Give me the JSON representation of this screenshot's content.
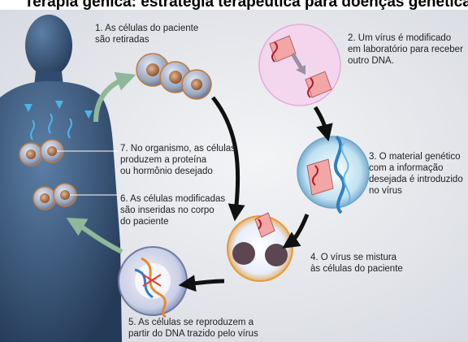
{
  "title": "Terapia gênica: estratégia terapêutica para doenças genéticas",
  "steps": [
    {
      "text": "1. As células do paciente\nsão retiradas"
    },
    {
      "text": "2. Um vírus é modificado\nem laboratório para receber\noutro DNA."
    },
    {
      "text": "3. O material genético\ncom a informação\ndesejada é introduzido\nno vírus"
    },
    {
      "text": "4. O vírus  se mistura\nàs células do paciente"
    },
    {
      "text": "5.  As células se reproduzem a\npartir do DNA trazido pelo vírus"
    },
    {
      "text": "6. As células modificadas\nsão inseridas no corpo\ndo paciente"
    },
    {
      "text": "7.  No organismo, as células\nproduzem a proteína\nou hormônio desejado"
    }
  ],
  "colors": {
    "background": "#e9eaee",
    "body_silhouette": "#34557a",
    "cell_fill": "#9aa6bf",
    "cell_nucleus": "#b0784e",
    "virus_circle": "#f3c6e6",
    "arrow": "#111111",
    "green_arrow": "#8fb79a"
  }
}
